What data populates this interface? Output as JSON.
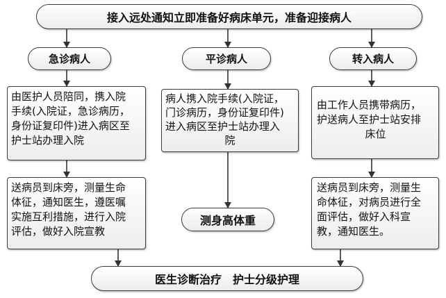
{
  "top": "接入远处通知立即准备好病床单元，准备迎接病人",
  "columns": [
    {
      "header": "急诊病人",
      "step1": [
        "由医护人员陪同，携入院",
        "手续(入院证，急诊病历，",
        "身份证复印件)进入病区至",
        "护士站办理入院"
      ],
      "step2": [
        "送病员到床旁，测量生命",
        "体征，通知医生，遵医嘱",
        "实施互利措施，进行入院",
        "评估，做好入院宣教"
      ]
    },
    {
      "header": "平诊病人",
      "step1": [
        "病人携入院手续(入院证，",
        "门诊病历，身份证复印件)",
        "进入病区至护士站办理入",
        "院"
      ],
      "step2": [
        "测身高体重"
      ]
    },
    {
      "header": "转入病人",
      "step1": [
        "由工作人员携带病历，",
        "护送病人至护士站安排",
        "床位"
      ],
      "step2": [
        "送病员到床旁，测量生",
        "命体征，对病员进行全",
        "面评估，做好入科宣",
        "教，通知医生。"
      ]
    }
  ],
  "bottom": "医生诊断治疗　护士分级护理"
}
